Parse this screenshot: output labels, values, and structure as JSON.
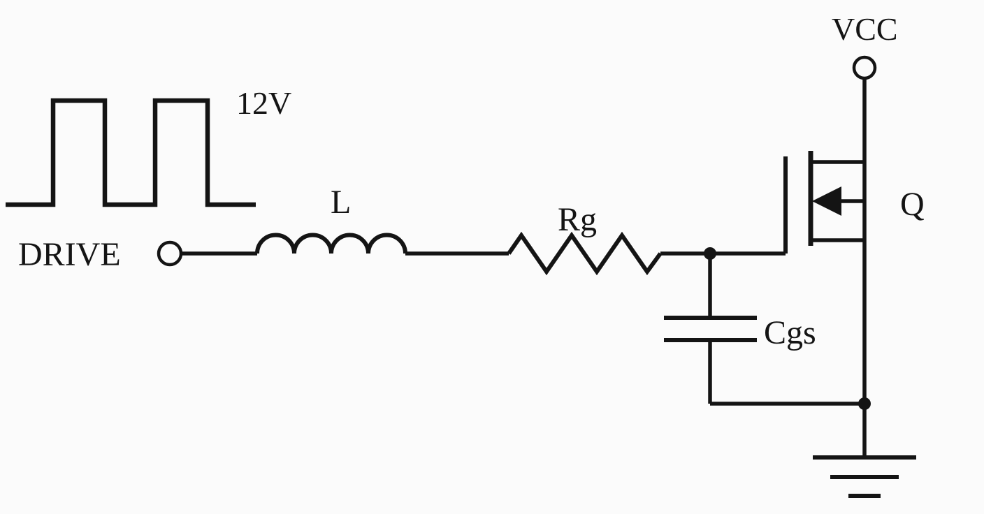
{
  "diagram": {
    "type": "circuit-schematic",
    "description": "MOSFET gate drive circuit: pulsed DRIVE source through series inductor L and gate resistor Rg into MOSFET Q gate, with gate-source capacitance Cgs, drain to VCC, source to ground",
    "labels": {
      "supply_waveform": "12V",
      "drive": "DRIVE",
      "inductor": "L",
      "gate_resistor": "Rg",
      "gate_capacitor": "Cgs",
      "mosfet": "Q",
      "vcc": "VCC"
    },
    "colors": {
      "line": "#141414",
      "background": "#fbfbfb"
    }
  }
}
